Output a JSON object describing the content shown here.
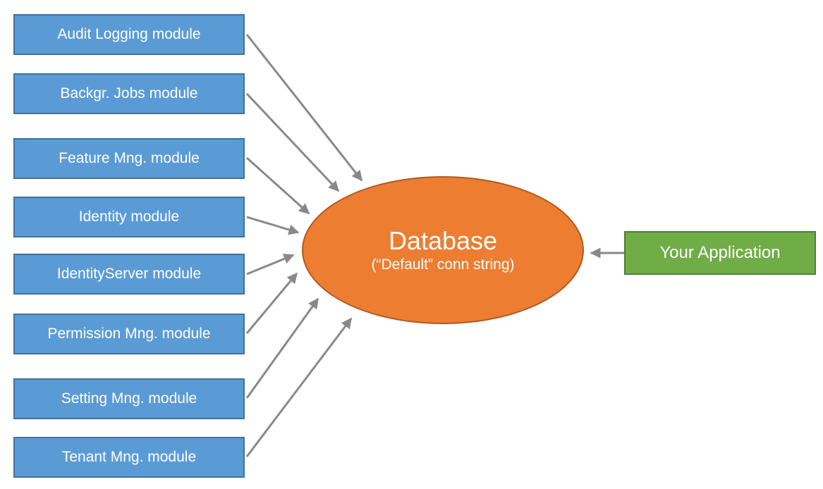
{
  "diagram": {
    "modules": [
      {
        "label": "Audit Logging module"
      },
      {
        "label": "Backgr. Jobs module"
      },
      {
        "label": "Feature Mng. module"
      },
      {
        "label": "Identity module"
      },
      {
        "label": "IdentityServer module"
      },
      {
        "label": "Permission Mng. module"
      },
      {
        "label": "Setting Mng. module"
      },
      {
        "label": "Tenant Mng. module"
      }
    ],
    "database": {
      "title": "Database",
      "subtitle": "(“Default” conn string)"
    },
    "application": {
      "label": "Your Application"
    },
    "colors": {
      "module_fill": "#5B9BD5",
      "module_border": "#41719C",
      "database_fill": "#ED7D31",
      "database_border": "#AE5A21",
      "application_fill": "#70AD47",
      "application_border": "#507E32",
      "arrow": "#898989",
      "text": "#FFFFFF",
      "background": "#FFFFFF"
    },
    "connections": [
      {
        "from": "Audit Logging module",
        "to": "Database"
      },
      {
        "from": "Backgr. Jobs module",
        "to": "Database"
      },
      {
        "from": "Feature Mng. module",
        "to": "Database"
      },
      {
        "from": "Identity module",
        "to": "Database"
      },
      {
        "from": "IdentityServer module",
        "to": "Database"
      },
      {
        "from": "Permission Mng. module",
        "to": "Database"
      },
      {
        "from": "Setting Mng. module",
        "to": "Database"
      },
      {
        "from": "Tenant Mng. module",
        "to": "Database"
      },
      {
        "from": "Your Application",
        "to": "Database"
      }
    ]
  }
}
